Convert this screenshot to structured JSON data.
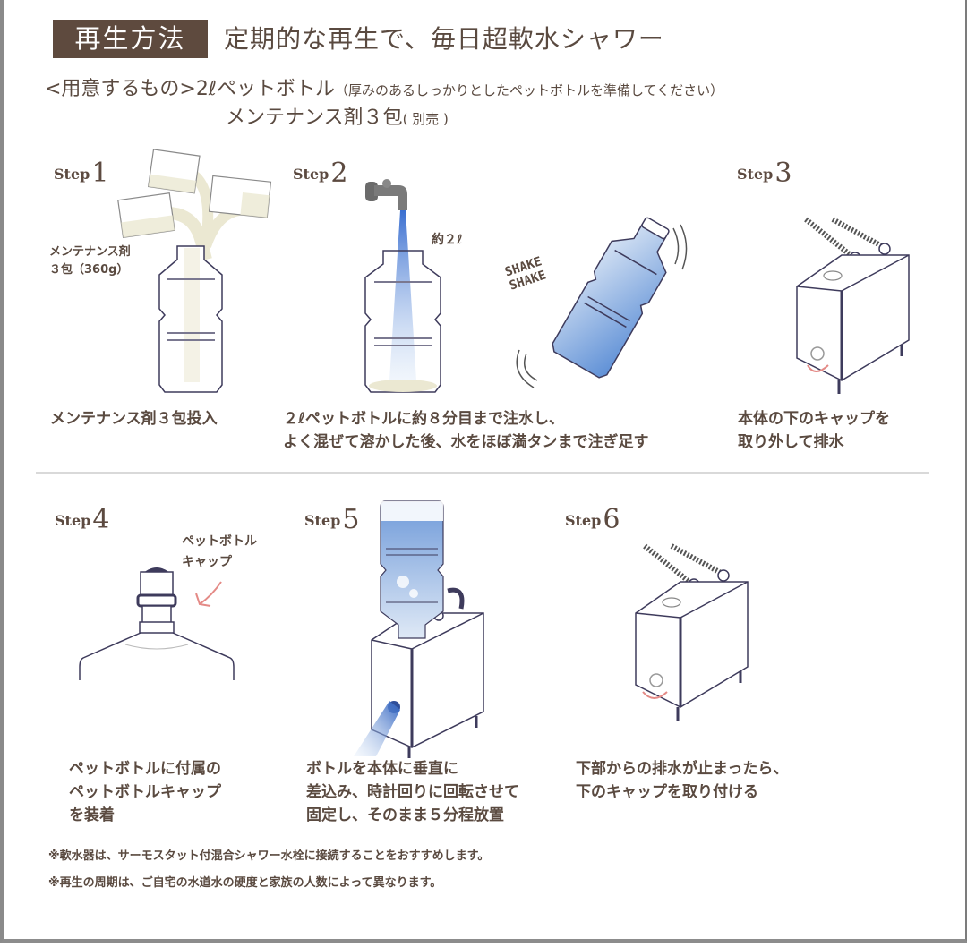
{
  "header": {
    "badge": "再生方法",
    "headline": "定期的な再生で、毎日超軟水シャワー"
  },
  "preparation": {
    "label": "<用意するもの>",
    "item1": "2ℓペットボトル",
    "item1_note": "（厚みのあるしっかりとしたペットボトルを準備してください）",
    "item2": "メンテナンス剤３包",
    "item2_note": "( 別売 )"
  },
  "steps": [
    {
      "step_word": "Step",
      "number": "1",
      "annotation_line1": "メンテナンス剤",
      "annotation_line2": "３包（360g）",
      "caption_line1": "メンテナンス剤３包投入",
      "icon": "powder-packets-into-bottle"
    },
    {
      "step_word": "Step",
      "number": "2",
      "annotation": "約２ℓ",
      "shake_line1": "SHAKE",
      "shake_line2": "SHAKE",
      "caption_line1": "２ℓペットボトルに約８分目まで注水し、",
      "caption_line2": "よく混ぜて溶かした後、水をほぼ満タンまで注ぎ足す",
      "icon": "faucet-filling-bottle"
    },
    {
      "step_word": "Step",
      "number": "3",
      "caption_line1": "本体の下のキャップを",
      "caption_line2": "取り外して排水",
      "icon": "softener-unit-drain"
    },
    {
      "step_word": "Step",
      "number": "4",
      "annotation_line1": "ペットボトル",
      "annotation_line2": "キャップ",
      "caption_line1": "ペットボトルに付属の",
      "caption_line2": "ペットボトルキャップ",
      "caption_line3": "を装着",
      "icon": "bottle-cap"
    },
    {
      "step_word": "Step",
      "number": "5",
      "caption_line1": "ボトルを本体に垂直に",
      "caption_line2": "差込み、時計回りに回転させて",
      "caption_line3": "固定し、そのまま５分程放置",
      "icon": "bottle-inserted-unit"
    },
    {
      "step_word": "Step",
      "number": "6",
      "caption_line1": "下部からの排水が止まったら、",
      "caption_line2": "下のキャップを取り付ける",
      "icon": "softener-unit-cap"
    }
  ],
  "notes": [
    "※軟水器は、サーモスタット付混合シャワー水栓に接続することをおすすめします。",
    "※再生の周期は、ご自宅の水道水の硬度と家族の人数によって異なります。"
  ],
  "colors": {
    "badge_bg": "#5e4a3e",
    "text": "#5a4a40",
    "line_art": "#3e3b5c",
    "water_blue": "#4a7fd0",
    "powder": "#ebe8d2",
    "arrow_pink": "#e48a86",
    "divider": "#d9d9d9",
    "frame": "#8a8a8a"
  }
}
